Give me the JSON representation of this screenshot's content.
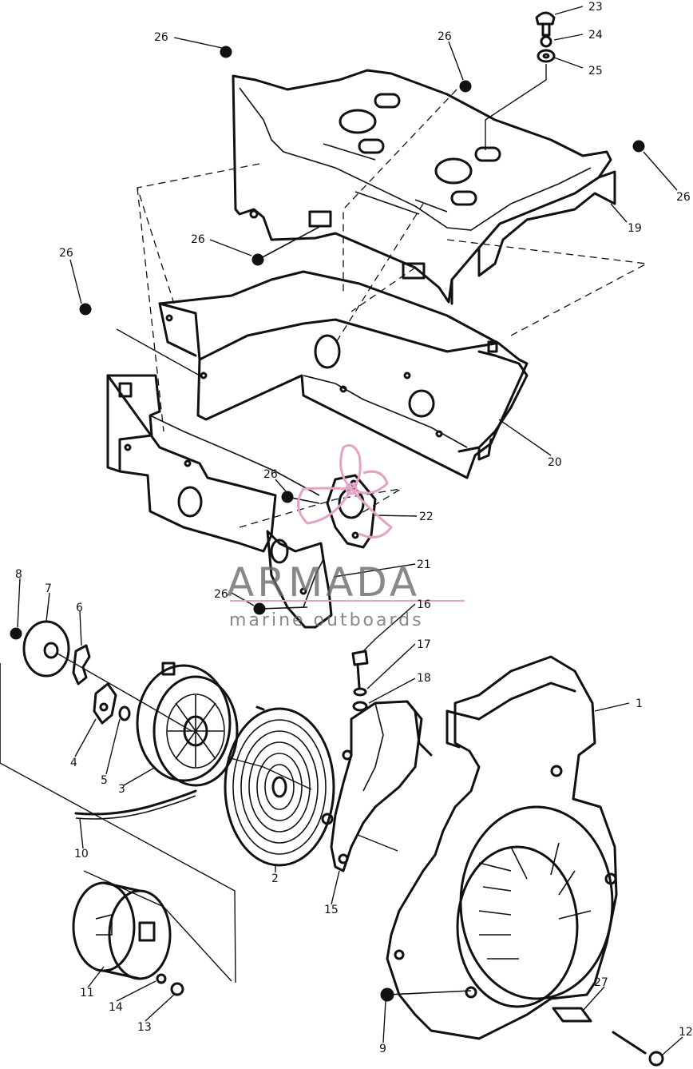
{
  "watermark": {
    "brand": "ARMADA",
    "tagline": "marine outboards",
    "color_brand": "#6b6b6b",
    "color_logo": "#e2a3c4"
  },
  "callouts": [
    {
      "id": "c1",
      "label": "1"
    },
    {
      "id": "c2",
      "label": "2"
    },
    {
      "id": "c3",
      "label": "3"
    },
    {
      "id": "c4",
      "label": "4"
    },
    {
      "id": "c5",
      "label": "5"
    },
    {
      "id": "c6",
      "label": "6"
    },
    {
      "id": "c7",
      "label": "7"
    },
    {
      "id": "c8",
      "label": "8"
    },
    {
      "id": "c9",
      "label": "9"
    },
    {
      "id": "c10",
      "label": "10"
    },
    {
      "id": "c11",
      "label": "11"
    },
    {
      "id": "c12",
      "label": "12"
    },
    {
      "id": "c13",
      "label": "13"
    },
    {
      "id": "c14",
      "label": "14"
    },
    {
      "id": "c15a",
      "label": "15"
    },
    {
      "id": "c15b",
      "label": "15"
    },
    {
      "id": "c16",
      "label": "16"
    },
    {
      "id": "c17",
      "label": "17"
    },
    {
      "id": "c18",
      "label": "18"
    },
    {
      "id": "c19",
      "label": "19"
    },
    {
      "id": "c20",
      "label": "20"
    },
    {
      "id": "c21",
      "label": "21"
    },
    {
      "id": "c22",
      "label": "22"
    },
    {
      "id": "c23",
      "label": "23"
    },
    {
      "id": "c24",
      "label": "24"
    },
    {
      "id": "c25",
      "label": "25"
    },
    {
      "id": "c26a",
      "label": "26"
    },
    {
      "id": "c26b",
      "label": "26"
    },
    {
      "id": "c26c",
      "label": "26"
    },
    {
      "id": "c26d",
      "label": "26"
    },
    {
      "id": "c26e",
      "label": "26"
    },
    {
      "id": "c26f",
      "label": "26"
    },
    {
      "id": "c26g",
      "label": "26"
    },
    {
      "id": "c27",
      "label": "27"
    }
  ]
}
